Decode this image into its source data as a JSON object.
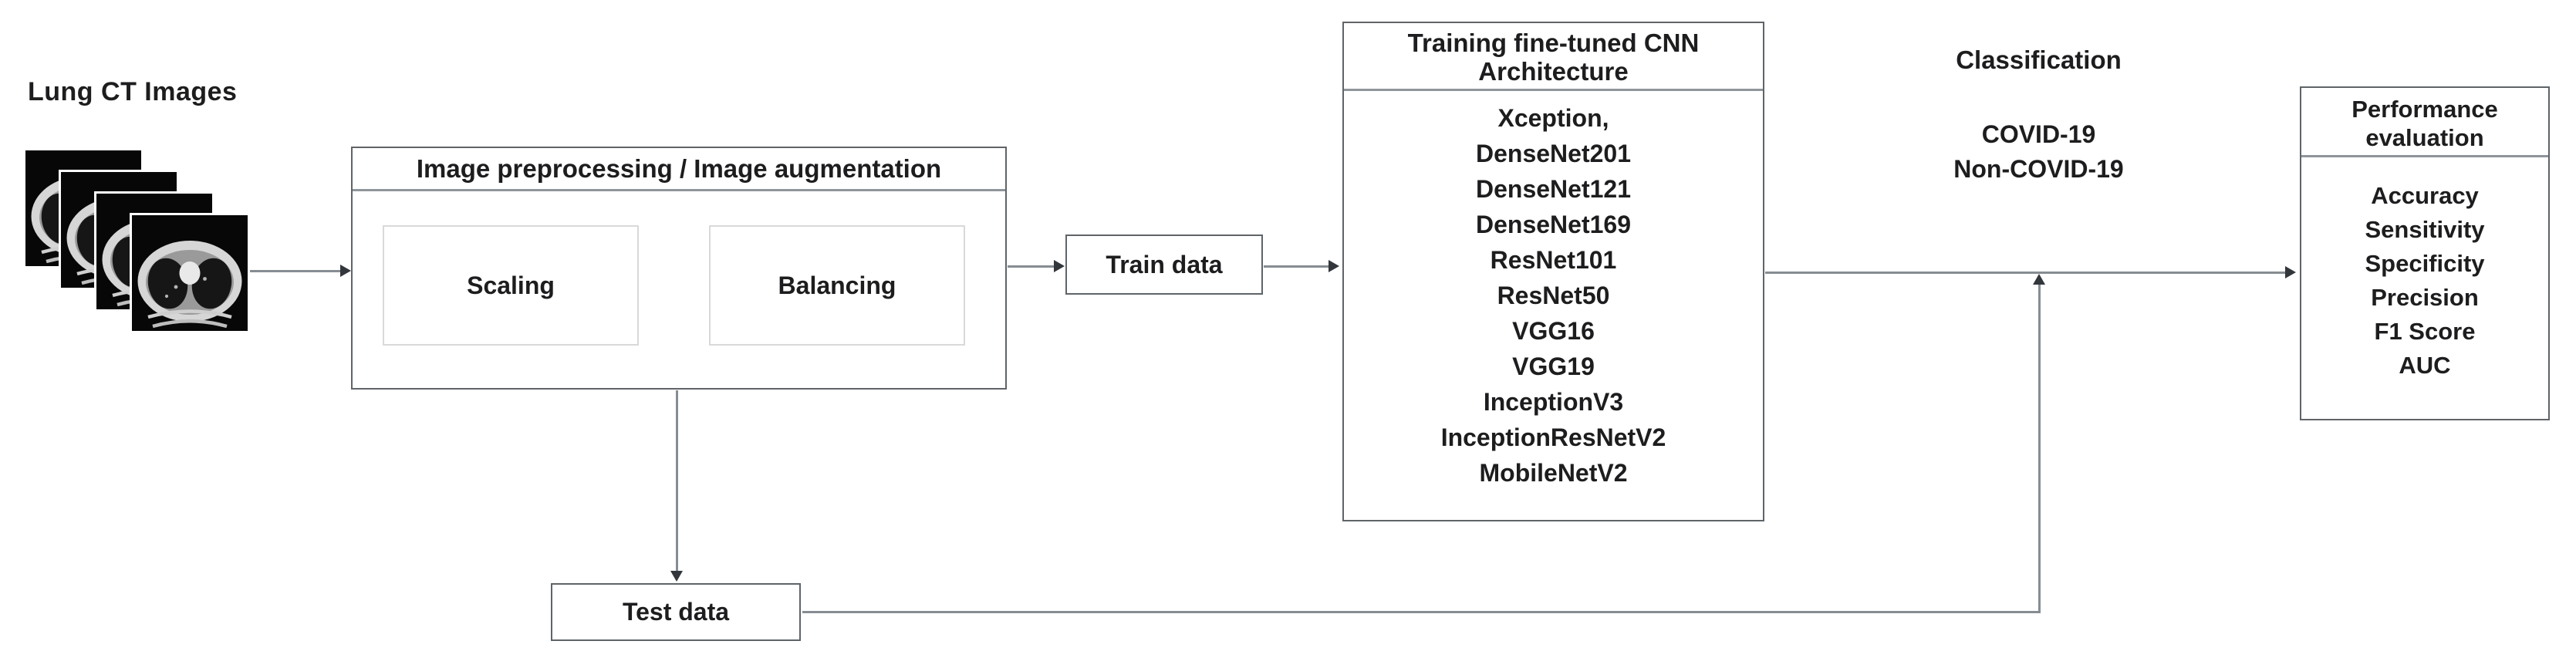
{
  "lung": {
    "label": "Lung CT Images"
  },
  "flow": {
    "train_label": "Train data",
    "test_label": "Test data"
  },
  "preprocessing": {
    "title": "Image preprocessing / Image augmentation",
    "steps": [
      "Scaling",
      "Balancing"
    ]
  },
  "cnn": {
    "title_line1": "Training fine-tuned CNN",
    "title_line2": "Architecture",
    "models": [
      "Xception,",
      "DenseNet201",
      "DenseNet121",
      "DenseNet169",
      "ResNet101",
      "ResNet50",
      "VGG16",
      "VGG19",
      "InceptionV3",
      "InceptionResNetV2",
      "MobileNetV2"
    ]
  },
  "classification": {
    "title": "Classification",
    "classes": [
      "COVID-19",
      "Non-COVID-19"
    ]
  },
  "performance": {
    "title_line1": "Performance",
    "title_line2": "evaluation",
    "metrics": [
      "Accuracy",
      "Sensitivity",
      "Specificity",
      "Precision",
      "F1 Score",
      "AUC"
    ]
  },
  "colors": {
    "connector": "#868d93",
    "arrowhead": "#33373b",
    "box-border": "#5f6468",
    "inner-border": "#d9d9d9",
    "separator": "#8f959b",
    "text": "#1d1d1f"
  }
}
